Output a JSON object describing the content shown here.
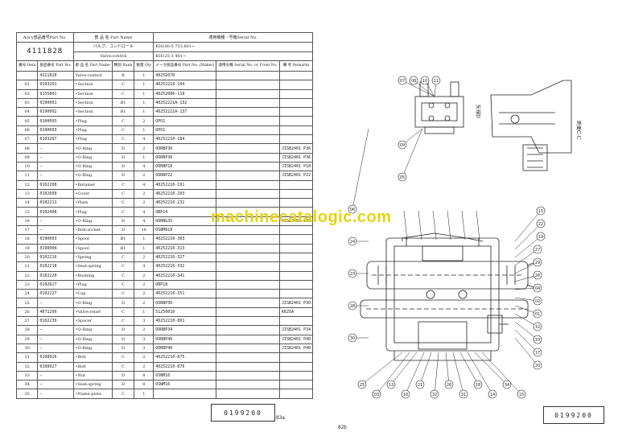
{
  "header": {
    "assy_label": "Ass'y部品番号Part No.",
    "part_name_label": "部 品 名 Part Name",
    "serial_label": "適用機種・号機Serial No.",
    "assy_no": "4111828",
    "name_jp": "バルブ：コントロール",
    "name_en": "Valve:control",
    "serial_1": "KH100-5 753,801~",
    "serial_2": "KH125-3 401~"
  },
  "columns": {
    "no": "番号 Item",
    "part_no": "部品番号 Part No.",
    "name": "部 品 名 Part Name",
    "rank": "類別 Rank",
    "qty": "数量 Qty",
    "maker": "メーカ部品番号 Part No. (Maker)",
    "serial": "適用号機 Serial No. or Front No.",
    "remarks": "備 考 Remarks"
  },
  "rows": [
    {
      "no": "",
      "part": "4111828",
      "name": "Valve:control",
      "rank": "B",
      "qty": "1",
      "maker": "40252070",
      "remarks": ""
    },
    {
      "no": "01",
      "part": "0103201",
      "name": "•Section",
      "rank": "C",
      "qty": "1",
      "maker": "40252210-104",
      "remarks": ""
    },
    {
      "no": "02",
      "part": "9155801",
      "name": "•Section",
      "rank": "C",
      "qty": "1",
      "maker": "40252080-119",
      "remarks": ""
    },
    {
      "no": "03",
      "part": "0190001",
      "name": "•Section",
      "rank": "B1",
      "qty": "1",
      "maker": "40252221A-132",
      "remarks": ""
    },
    {
      "no": "04",
      "part": "0190002",
      "name": "•Section",
      "rank": "B1",
      "qty": "1",
      "maker": "40252221A-137",
      "remarks": ""
    },
    {
      "no": "05",
      "part": "0100093",
      "name": "•Plug",
      "rank": "C",
      "qty": "2",
      "maker": "OPO1",
      "remarks": ""
    },
    {
      "no": "06",
      "part": "0100093",
      "name": "•Plug",
      "rank": "C",
      "qty": "1",
      "maker": "OPO1",
      "remarks": ""
    },
    {
      "no": "07",
      "part": "0103207",
      "name": "•Plug",
      "rank": "C",
      "qty": "4",
      "maker": "40252210-184",
      "remarks": ""
    },
    {
      "no": "08",
      "part": "—",
      "name": "•O-Ring",
      "rank": "D",
      "qty": "2",
      "maker": "OORBP36",
      "remarks": "JISB2401 P36"
    },
    {
      "no": "09",
      "part": "—",
      "name": "•O-Ring",
      "rank": "D",
      "qty": "1",
      "maker": "OORBP36",
      "remarks": "JISB2401 P36"
    },
    {
      "no": "10",
      "part": "—",
      "name": "•O-Ring",
      "rank": "D",
      "qty": "4",
      "maker": "OORBP18",
      "remarks": "JISB2401 P18"
    },
    {
      "no": "11",
      "part": "—",
      "name": "•O-Ring",
      "rank": "D",
      "qty": "2",
      "maker": "OORBP22",
      "remarks": "JISB2401 P22"
    },
    {
      "no": "12",
      "part": "0102208",
      "name": "•Retainer",
      "rank": "C",
      "qty": "4",
      "maker": "40252210-191",
      "remarks": ""
    },
    {
      "no": "13",
      "part": "0102609",
      "name": "•Cover",
      "rank": "C",
      "qty": "2",
      "maker": "40252210-203",
      "remarks": ""
    },
    {
      "no": "14",
      "part": "0102211",
      "name": "•Plate",
      "rank": "C",
      "qty": "2",
      "maker": "40252210-232",
      "remarks": ""
    },
    {
      "no": "15",
      "part": "0102408",
      "name": "•Plug",
      "rank": "C",
      "qty": "4",
      "maker": "OBP14",
      "remarks": ""
    },
    {
      "no": "16",
      "part": "—",
      "name": "•O-Ring",
      "rank": "D",
      "qty": "4",
      "maker": "OORBG35",
      "remarks": "JISB2401 G35"
    },
    {
      "no": "17",
      "part": "—",
      "name": "•Bolt:socket",
      "rank": "D",
      "qty": "16",
      "maker": "OSBM818",
      "remarks": ""
    },
    {
      "no": "18",
      "part": "0190003",
      "name": "•Spool",
      "rank": "B1",
      "qty": "1",
      "maker": "40252210-303",
      "remarks": ""
    },
    {
      "no": "19",
      "part": "0190004",
      "name": "•Spool",
      "rank": "B1",
      "qty": "1",
      "maker": "40252210-313",
      "remarks": ""
    },
    {
      "no": "20",
      "part": "0102216",
      "name": "•Spring",
      "rank": "C",
      "qty": "2",
      "maker": "40252210-327",
      "remarks": ""
    },
    {
      "no": "21",
      "part": "0102218",
      "name": "•Seat:spring",
      "rank": "C",
      "qty": "4",
      "maker": "40252210-332",
      "remarks": ""
    },
    {
      "no": "22",
      "part": "0102220",
      "name": "•Bushing",
      "rank": "C",
      "qty": "2",
      "maker": "40252210-341",
      "remarks": ""
    },
    {
      "no": "23",
      "part": "0102627",
      "name": "•Plug",
      "rank": "C",
      "qty": "2",
      "maker": "OBP18",
      "remarks": ""
    },
    {
      "no": "24",
      "part": "0102227",
      "name": "•Cap",
      "rank": "C",
      "qty": "2",
      "maker": "40252210-351",
      "remarks": ""
    },
    {
      "no": "25",
      "part": "—",
      "name": "•O-Ring",
      "rank": "D",
      "qty": "2",
      "maker": "OORBP30",
      "remarks": "JISB2401 P30"
    },
    {
      "no": "26",
      "part": "4071299",
      "name": "•Valve:relief",
      "rank": "C",
      "qty": "1",
      "maker": "51250010",
      "remarks": "KR25A"
    },
    {
      "no": "27",
      "part": "0102239",
      "name": "•Spacer",
      "rank": "C",
      "qty": "3",
      "maker": "40252210-801",
      "remarks": ""
    },
    {
      "no": "28",
      "part": "—",
      "name": "•O-Ring",
      "rank": "D",
      "qty": "2",
      "maker": "OORBP34",
      "remarks": "JISB2401 P34"
    },
    {
      "no": "29",
      "part": "—",
      "name": "•O-Ring",
      "rank": "D",
      "qty": "3",
      "maker": "OORBP40",
      "remarks": "JISB2401 P40"
    },
    {
      "no": "30",
      "part": "—",
      "name": "•O-Ring",
      "rank": "D",
      "qty": "3",
      "maker": "OORBP40",
      "remarks": "JISB2401 P40"
    },
    {
      "no": "31",
      "part": "0108926",
      "name": "•Bolt",
      "rank": "C",
      "qty": "2",
      "maker": "40252210-875",
      "remarks": ""
    },
    {
      "no": "32",
      "part": "0108927",
      "name": "•Bolt",
      "rank": "C",
      "qty": "2",
      "maker": "40252210-876",
      "remarks": ""
    },
    {
      "no": "33",
      "part": "—",
      "name": "•Nut",
      "rank": "D",
      "qty": "8",
      "maker": "OSNM16",
      "remarks": ""
    },
    {
      "no": "34",
      "part": "—",
      "name": "•Seat:spring",
      "rank": "D",
      "qty": "8",
      "maker": "OSWM16",
      "remarks": ""
    },
    {
      "no": "35",
      "part": "—",
      "name": "•Name-plate",
      "rank": "C",
      "qty": "1",
      "maker": "",
      "remarks": ""
    }
  ],
  "stamp_left": "0199200",
  "stamp_right": "0199200",
  "page_left": "83a",
  "page_center": "82b",
  "watermark": "machinecatalogic.com",
  "diagram": {
    "view_d": "矢視D",
    "section_cc": "断面C-C",
    "top_callouts": [
      "07",
      "08",
      "10",
      "11"
    ],
    "left_callouts": [
      "09",
      "05",
      "06",
      "24",
      "23",
      "28",
      "30"
    ],
    "bottom_callouts": [
      "25",
      "03",
      "13",
      "16",
      "21",
      "32",
      "26",
      "31",
      "18",
      "14",
      "34",
      "15"
    ],
    "right_callouts": [
      "15",
      "22",
      "19",
      "27",
      "29",
      "26",
      "04",
      "02",
      "01",
      "12",
      "33",
      "17",
      "20"
    ]
  }
}
